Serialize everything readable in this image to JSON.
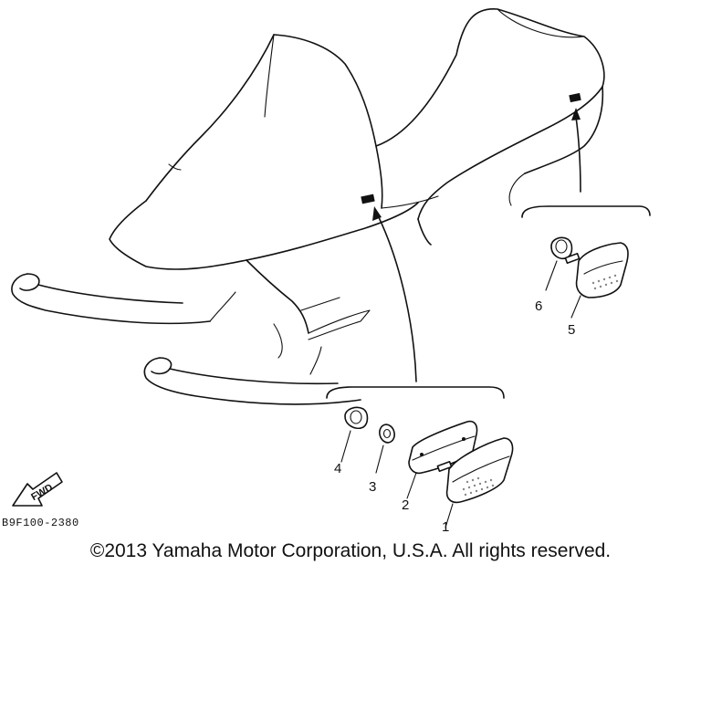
{
  "diagram": {
    "callouts": [
      "1",
      "2",
      "3",
      "4",
      "5",
      "6"
    ],
    "fwd_label": "FWD",
    "figure_code": "B9F100-2380"
  },
  "footer": {
    "copyright": "©2013 Yamaha Motor Corporation, U.S.A. All rights reserved."
  },
  "colors": {
    "line": "#111111",
    "background": "#ffffff"
  }
}
